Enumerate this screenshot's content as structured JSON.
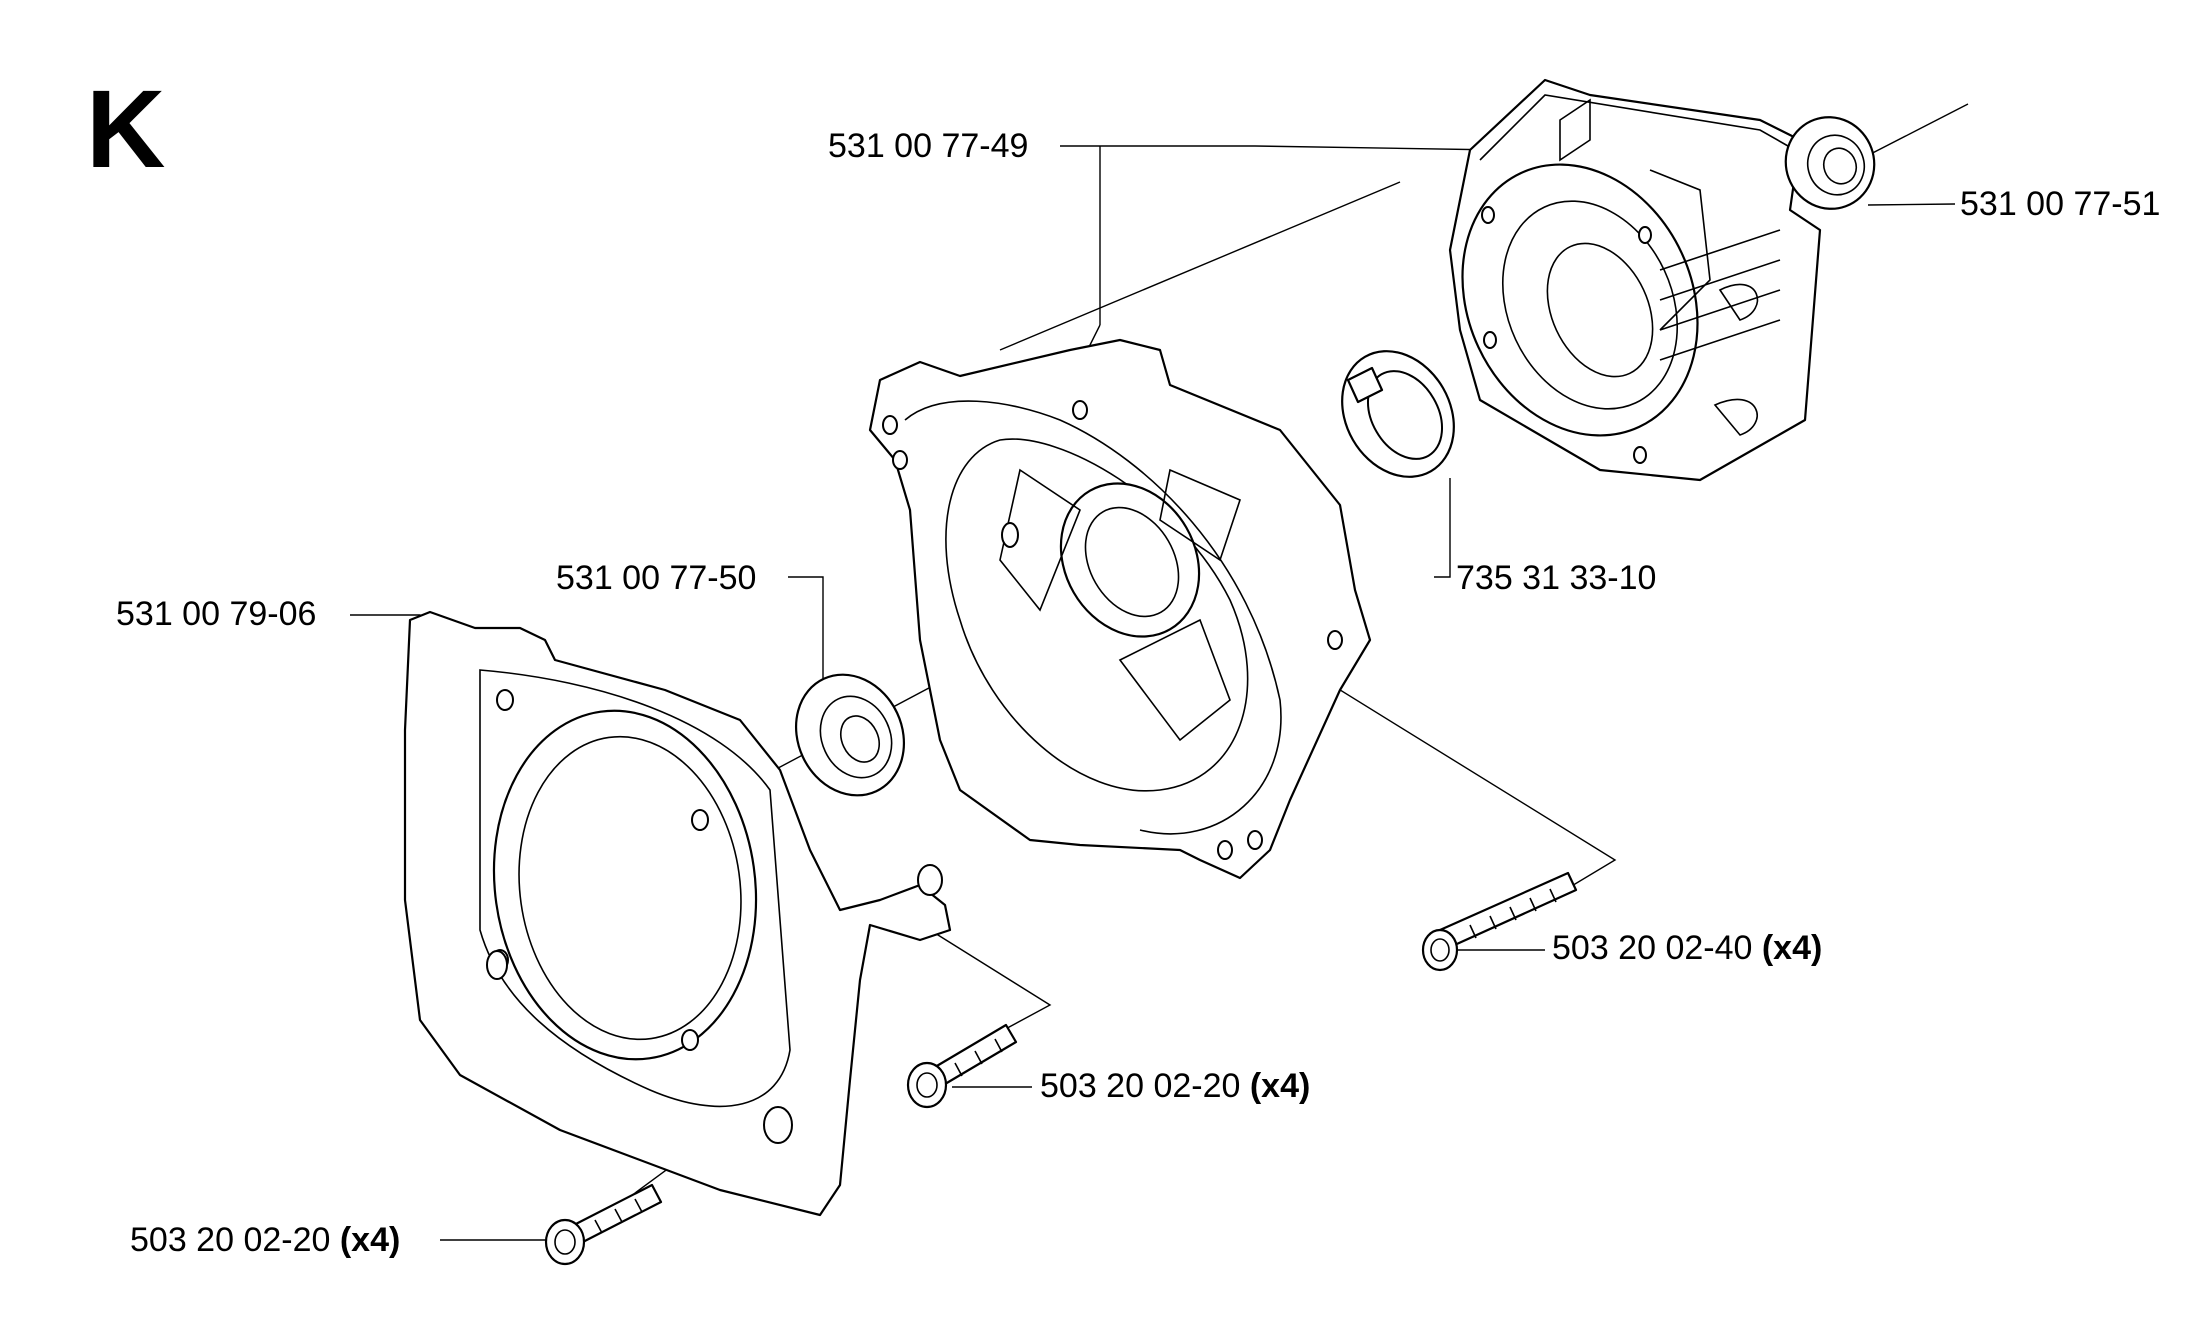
{
  "section_letter": "K",
  "callouts": {
    "crankcase_half": {
      "part_no": "531 00 77-49"
    },
    "outer_bearing": {
      "part_no": "531 00 77-51"
    },
    "inner_bearing": {
      "part_no": "531 00 77-50"
    },
    "retaining_ring": {
      "part_no": "735 31 33-10"
    },
    "cover": {
      "part_no": "531 00 79-06"
    },
    "screw_long": {
      "part_no": "503 20 02-40",
      "qty": "(x4)"
    },
    "screw_mid": {
      "part_no": "503 20 02-20",
      "qty": "(x4)"
    },
    "screw_bottom": {
      "part_no": "503 20 02-20",
      "qty": "(x4)"
    }
  }
}
